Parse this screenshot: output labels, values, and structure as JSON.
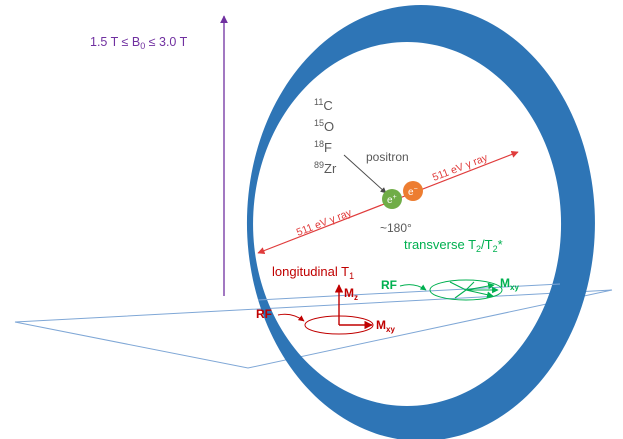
{
  "field_label": {
    "prefix": "1.5 T ≤ B",
    "sub": "0",
    "suffix": " ≤ 3.0 T"
  },
  "isotopes": [
    {
      "mass": "11",
      "symbol": "C"
    },
    {
      "mass": "15",
      "symbol": "O"
    },
    {
      "mass": "18",
      "symbol": "F"
    },
    {
      "mass": "89",
      "symbol": "Zr"
    }
  ],
  "positron_label": "positron",
  "particles": {
    "positron": {
      "main": "e",
      "sup": "+"
    },
    "electron": {
      "main": "e",
      "sup": "−"
    }
  },
  "gamma_labels": {
    "upper": "511 eV γ ray",
    "lower": "511 eV γ ray"
  },
  "angle_label": "~180°",
  "transverse_label": {
    "pre": "transverse T",
    "sub1": "2",
    "mid": "/T",
    "sub2": "2",
    "post": "*"
  },
  "longitudinal_label": {
    "pre": "longitudinal  T",
    "sub": "1"
  },
  "red_vectors": {
    "rf": "RF",
    "mz": {
      "main": "M",
      "sub": "z"
    },
    "mxy": {
      "main": "M",
      "sub": "xy"
    }
  },
  "green_vectors": {
    "rf": "RF",
    "mxy": {
      "main": "M",
      "sub": "xy"
    }
  },
  "colors": {
    "ring": "#2e75b6",
    "plane": "#7fa7d6",
    "axis": "#7030a0",
    "isotope": "#595959",
    "gamma": "#e03c3c",
    "positron_dot": "#70ad47",
    "electron_dot": "#ed7d31",
    "transverse": "#00b050",
    "longitudinal": "#c00000"
  }
}
